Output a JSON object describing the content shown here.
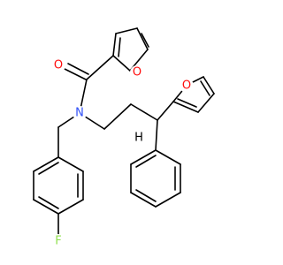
{
  "molecule": {
    "colors": {
      "bond": "#000000",
      "O": "#ff0d0d",
      "N": "#3050f8",
      "F": "#90e050",
      "H": "#000000"
    },
    "labels": {
      "o_carbonyl": "O",
      "o_furan_top": "O",
      "n_amide": "N",
      "o_furan_right": "O",
      "h_methine": "H",
      "f_aryl": "F"
    }
  }
}
